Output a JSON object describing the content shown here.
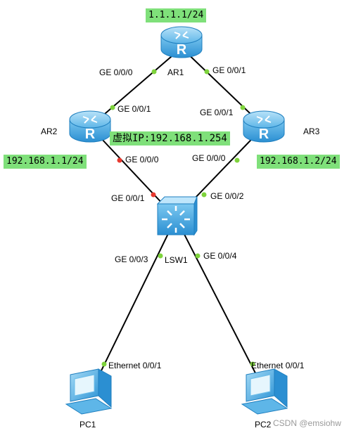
{
  "routers": {
    "ar1": {
      "name": "AR1",
      "ip": "1.1.1.1/24",
      "port_left": "GE 0/0/0",
      "port_right": "GE 0/0/1"
    },
    "ar2": {
      "name": "AR2",
      "ip": "192.168.1.1/24",
      "port_up": "GE 0/0/1",
      "port_down": "GE 0/0/0"
    },
    "ar3": {
      "name": "AR3",
      "ip": "192.168.1.2/24",
      "port_up": "GE 0/0/1",
      "port_down": "GE 0/0/0"
    }
  },
  "virtual_ip": {
    "prefix": "虚拟",
    "value": "IP:192.168.1.254"
  },
  "switch": {
    "name": "LSW1",
    "port_1": "GE 0/0/1",
    "port_2": "GE 0/0/2",
    "port_3": "GE 0/0/3",
    "port_4": "GE 0/0/4"
  },
  "pcs": {
    "pc1": {
      "name": "PC1",
      "port": "Ethernet 0/0/1"
    },
    "pc2": {
      "name": "PC2",
      "port": "Ethernet 0/0/1"
    }
  },
  "watermark": "CSDN @emsiohw",
  "colors": {
    "router_blue": "#3aa5e4",
    "highlight_green": "#7fe07a",
    "port_up": "#7ed33c",
    "port_down": "#e8392f"
  }
}
